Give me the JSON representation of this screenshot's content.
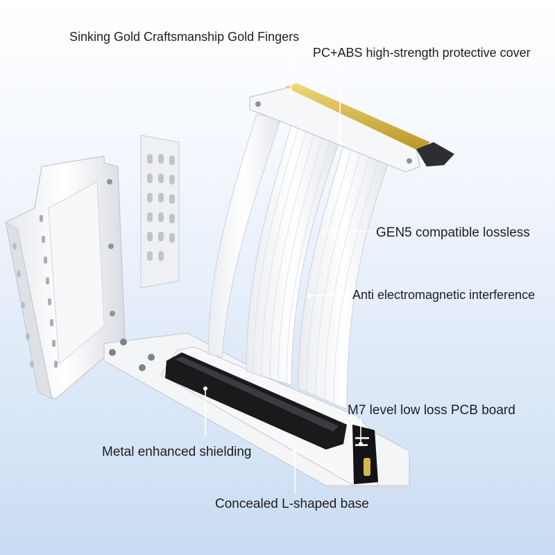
{
  "callouts": {
    "gold_fingers": "Sinking Gold Craftsmanship Gold Fingers",
    "protective_cover": "PC+ABS high-strength protective cover",
    "gen5": "GEN5 compatible lossless",
    "anti_emi": "Anti electromagnetic interference",
    "pcb_board": "M7 level low loss PCB board",
    "metal_shielding": "Metal enhanced shielding",
    "base": "Concealed L-shaped base"
  },
  "colors": {
    "background_top": "#ffffff",
    "background_bottom": "#c9dcf3",
    "bracket": "#f4f5f7",
    "cable": "#fbfbfc",
    "gold": "#d4b64a",
    "slot": "#1a1a1c"
  }
}
